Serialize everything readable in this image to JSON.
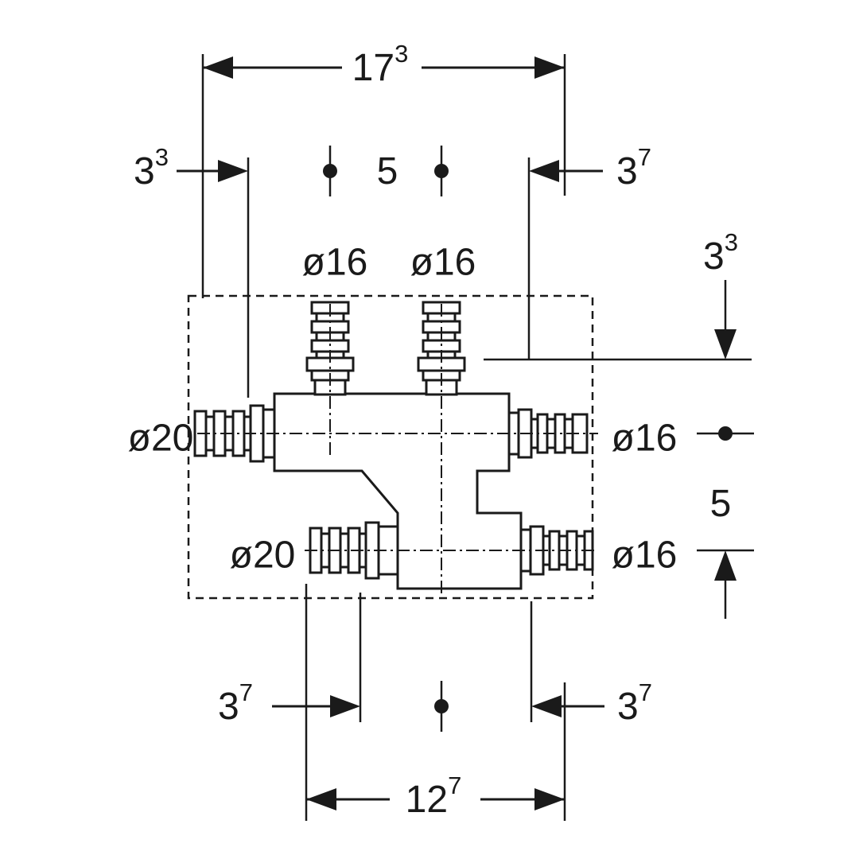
{
  "meta": {
    "background_color": "#ffffff",
    "line_color": "#1a1a1a",
    "drawing_type": "dimensioned technical drawing of a crossover manifold pipe fitting"
  },
  "dimensions": {
    "overall_width": {
      "val": "17",
      "sup": "3"
    },
    "top_left_offset": {
      "val": "3",
      "sup": "3"
    },
    "top_port_spacing": {
      "val": "5",
      "sup": ""
    },
    "top_right_offset": {
      "val": "3",
      "sup": "7"
    },
    "top_port_left_dia": "ø16",
    "top_port_right_dia": "ø16",
    "right_depth_offset": {
      "val": "3",
      "sup": "3"
    },
    "left_upper_port_dia": "ø20",
    "right_upper_port_dia": "ø16",
    "right_port_spacing": {
      "val": "5",
      "sup": ""
    },
    "left_lower_port_dia": "ø20",
    "right_lower_port_dia": "ø16",
    "bottom_left_offset": {
      "val": "3",
      "sup": "7"
    },
    "bottom_right_offset": {
      "val": "3",
      "sup": "7"
    },
    "bottom_width": {
      "val": "12",
      "sup": "7"
    }
  }
}
